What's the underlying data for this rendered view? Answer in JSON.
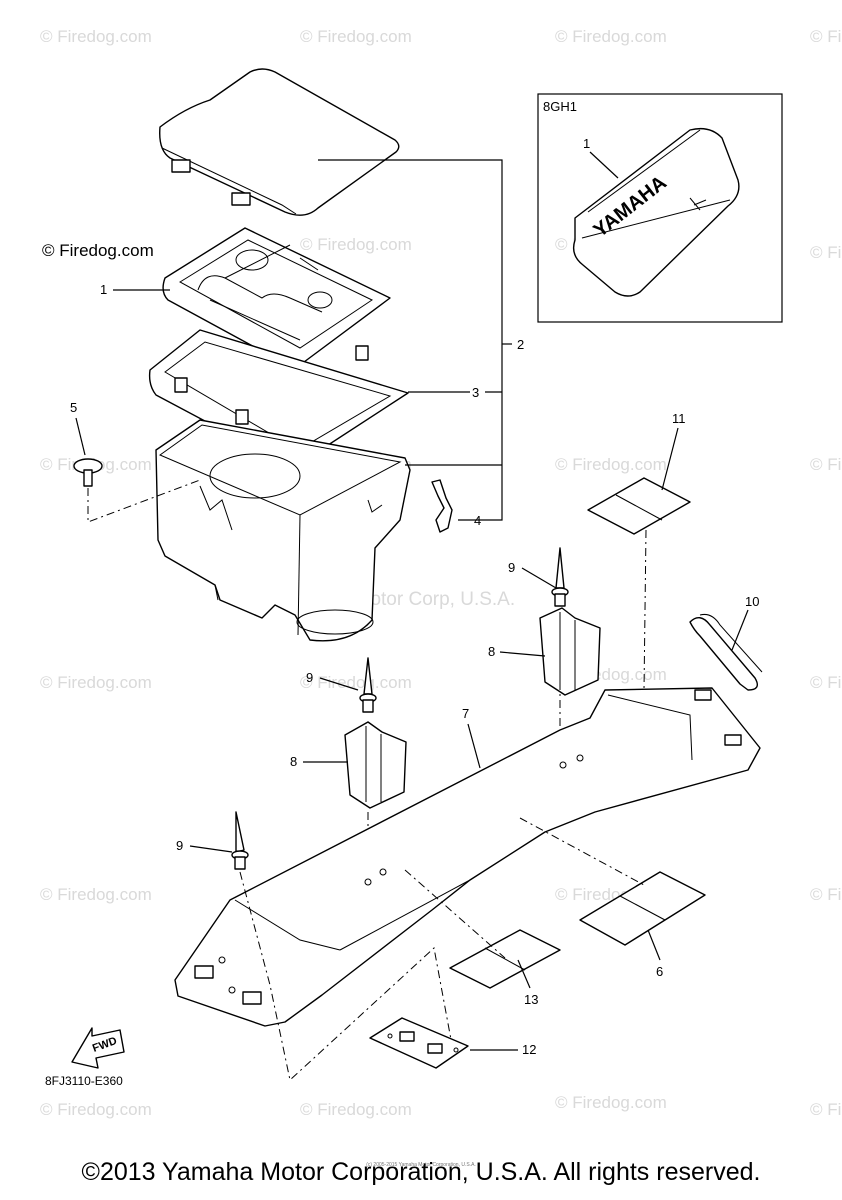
{
  "watermark": {
    "text": "© Firedog.com",
    "center_text": "Yamaha Motor Corp, U.S.A."
  },
  "inset": {
    "label": "8GH1",
    "part_number": "1",
    "brand_text": "YAMAHA"
  },
  "callouts": [
    "1",
    "2",
    "3",
    "4",
    "5",
    "6",
    "7",
    "8",
    "8",
    "9",
    "9",
    "9",
    "10",
    "11",
    "12",
    "13"
  ],
  "fwd_label": "FWD",
  "diagram_code": "8FJ3110-E360",
  "tiny_notice": "(c) 2005-2015 Yamaha Motor Corporation, U.S.A.",
  "copyright": "©2013 Yamaha Motor Corporation, U.S.A. All rights reserved."
}
